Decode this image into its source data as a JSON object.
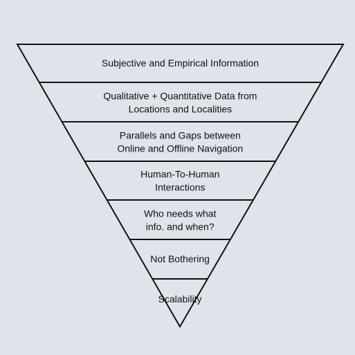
{
  "diagram": {
    "type": "inverted-pyramid",
    "colors": {
      "background": "#dfe3ea",
      "stroke": "#111111",
      "text": "#111111"
    },
    "tiers": [
      {
        "lines": [
          "Subjective and Empirical Information"
        ]
      },
      {
        "lines": [
          "Qualitative + Quantitative Data from",
          "Locations and Localities"
        ]
      },
      {
        "lines": [
          "Parallels and Gaps between",
          "Online and Offline Navigation"
        ]
      },
      {
        "lines": [
          "Human-To-Human",
          "Interactions"
        ]
      },
      {
        "lines": [
          "Who needs what",
          "info. and when?"
        ]
      },
      {
        "lines": [
          "Not Bothering"
        ]
      },
      {
        "lines": [
          "Scalability"
        ]
      }
    ]
  }
}
